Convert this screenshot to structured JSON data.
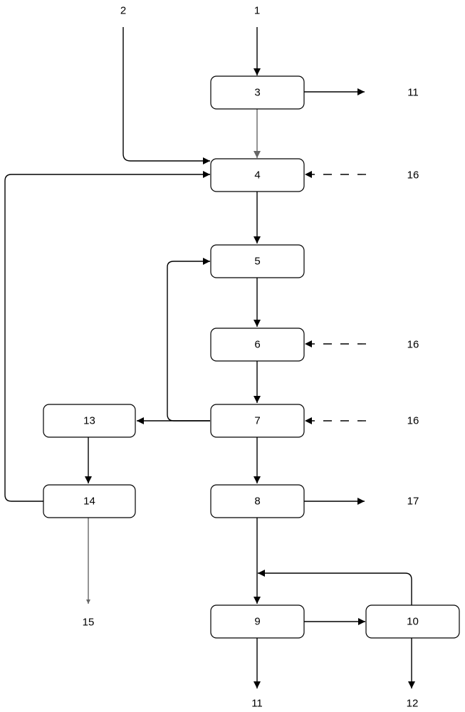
{
  "diagram": {
    "boxes": {
      "b3": "3",
      "b4": "4",
      "b5": "5",
      "b6": "6",
      "b7": "7",
      "b8": "8",
      "b9": "9",
      "b10": "10",
      "b13": "13",
      "b14": "14"
    },
    "labels": {
      "in1": "1",
      "in2": "2",
      "out11_top": "11",
      "out11_bottom": "11",
      "out12": "12",
      "out15": "15",
      "out17": "17",
      "in16_a": "16",
      "in16_b": "16",
      "in16_c": "16"
    }
  }
}
